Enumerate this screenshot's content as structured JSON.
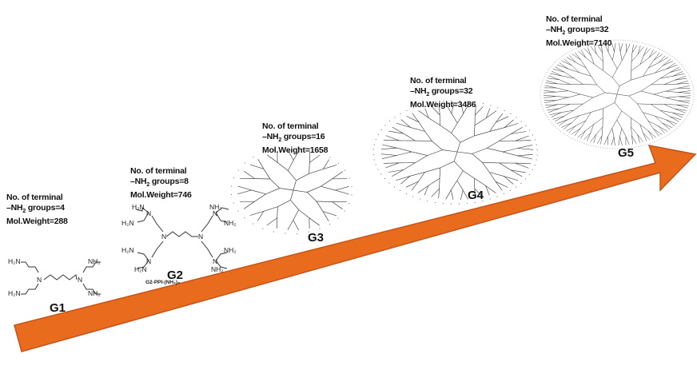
{
  "arrow_color": "#e96c1e",
  "line_color": "#333333",
  "generations": [
    {
      "label": "G1",
      "terminal_label": "No. of terminal",
      "nh2_prefix": "–NH",
      "nh2_sub": "2",
      "nh2_suffix": " groups=",
      "terminal_count": "4",
      "mw_label": "Mol.Weight=",
      "mol_weight": "288"
    },
    {
      "label": "G2",
      "terminal_label": "No. of terminal",
      "nh2_prefix": "–NH",
      "nh2_sub": "2",
      "nh2_suffix": " groups=",
      "terminal_count": "8",
      "mw_label": "Mol.Weight=",
      "mol_weight": "746"
    },
    {
      "label": "G3",
      "terminal_label": "No. of terminal",
      "nh2_prefix": "–NH",
      "nh2_sub": "2",
      "nh2_suffix": " groups=",
      "terminal_count": "16",
      "mw_label": "Mol.Weight=",
      "mol_weight": "1658"
    },
    {
      "label": "G4",
      "terminal_label": "No. of terminal",
      "nh2_prefix": "–NH",
      "nh2_sub": "2",
      "nh2_suffix": " groups=",
      "terminal_count": "32",
      "mw_label": "Mol.Weight=",
      "mol_weight": "3486"
    },
    {
      "label": "G5",
      "terminal_label": "No. of terminal",
      "nh2_prefix": "–NH",
      "nh2_sub": "2",
      "nh2_suffix": " groups=",
      "terminal_count": "32",
      "mw_label": "Mol.Weight=",
      "mol_weight": "7140"
    }
  ],
  "g1_structure": {
    "amine": "H₂N",
    "amine_right": "NH₂",
    "nitrogen": "N"
  },
  "g2_structure": {
    "amine": "H₂N",
    "amine_right": "NH₂",
    "nitrogen": "N",
    "caption": "G2-PPI-(NH₂)₈"
  }
}
